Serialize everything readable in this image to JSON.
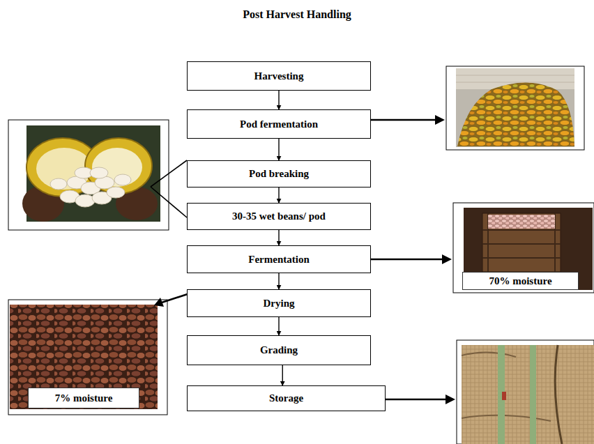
{
  "diagram": {
    "title": "Post Harvest Handling",
    "nodes": [
      {
        "text": [
          "Harvesting"
        ]
      },
      {
        "text": [
          "Pod fermentation"
        ]
      },
      {
        "text": [
          "Pod breaking"
        ]
      },
      {
        "text": [
          "30-35 wet beans/ pod"
        ]
      },
      {
        "text": [
          "Fermentation"
        ]
      },
      {
        "text": [
          "Drying"
        ]
      },
      {
        "text": [
          "Grading"
        ]
      },
      {
        "text": [
          "Storage"
        ]
      }
    ],
    "edges": [
      {
        "from": 0,
        "to": 1,
        "arrow": "to"
      },
      {
        "from": 1,
        "to": 2,
        "arrow": "to"
      },
      {
        "from": 2,
        "to": 3,
        "arrow": "to"
      },
      {
        "from": 3,
        "to": 4,
        "arrow": "to"
      },
      {
        "from": 4,
        "to": 5,
        "arrow": "to"
      },
      {
        "from": 5,
        "to": 6,
        "arrow": "to"
      },
      {
        "from": 6,
        "to": 7,
        "arrow": "to"
      }
    ],
    "labels": [
      "70% moisture",
      "7% moisture"
    ]
  }
}
